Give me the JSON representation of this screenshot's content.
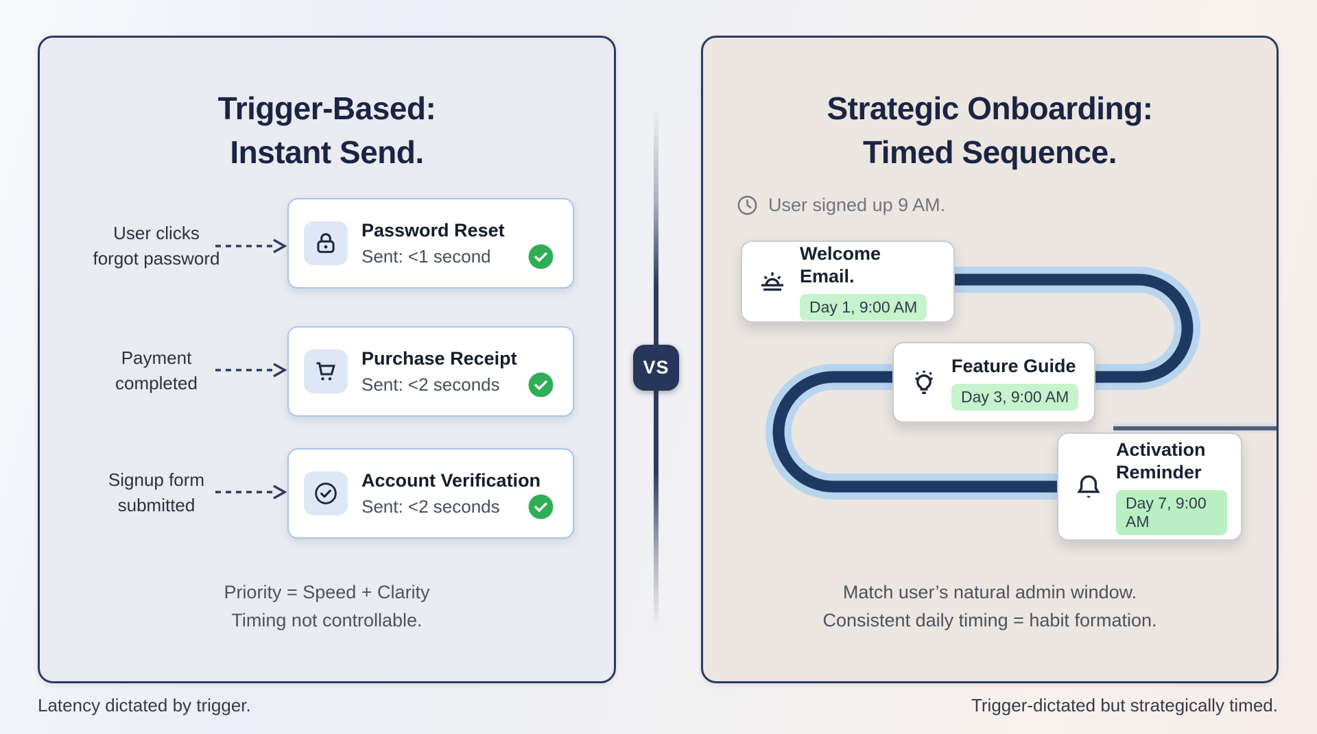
{
  "left_panel": {
    "title_line1": "Trigger-Based:",
    "title_line2": "Instant Send.",
    "rows": [
      {
        "icon": "lock",
        "trigger_line1": "User clicks",
        "trigger_line2": "forgot password",
        "email": "Password Reset",
        "sent": "Sent: <1 second",
        "status_icon": "green-check"
      },
      {
        "icon": "shopping-cart",
        "trigger_line1": "Payment",
        "trigger_line2": "completed",
        "email": "Purchase Receipt",
        "sent": "Sent: <2 seconds",
        "status_icon": "green-check"
      },
      {
        "icon": "check-circle",
        "trigger_line1": "Signup form",
        "trigger_line2": "submitted",
        "email": "Account Verification",
        "sent": "Sent: <2 seconds",
        "status_icon": "green-check"
      }
    ],
    "note_line1": "Priority = Speed + Clarity",
    "note_line2": "Timing not controllable.",
    "caption": "Latency dictated by trigger."
  },
  "divider": {
    "vs_label": "VS"
  },
  "right_panel": {
    "title_line1": "Strategic Onboarding:",
    "title_line2": "Timed Sequence.",
    "signup_note": "User signed up 9 AM.",
    "signup_icon": "clock",
    "steps": [
      {
        "icon": "sunrise",
        "title": "Welcome Email.",
        "badge": "Day 1, 9:00 AM"
      },
      {
        "icon": "lightbulb",
        "title": "Feature Guide",
        "badge": "Day 3, 9:00 AM"
      },
      {
        "icon": "bell",
        "title": "Activation Reminder",
        "badge": "Day 7, 9:00 AM"
      }
    ],
    "note_line1": "Match user’s natural admin window.",
    "note_line2": "Consistent daily timing = habit formation.",
    "caption": "Trigger-dictated but strategically timed."
  },
  "colors": {
    "title-navy": "#1b2443",
    "navy-border": "#2c3a5c",
    "path-navy": "#1e3a62",
    "path-blue": "#b9d4ef",
    "left-bg": "#e9ebf1",
    "right-bg": "#ebe6e0",
    "card-border-blue": "#a6c6e8",
    "tile-blue": "#dde7f5",
    "green-badge": "#2fae57",
    "pill-green": "#c6f2cc",
    "pill-green-deep": "#b9efc2",
    "gray-text": "#4c5260",
    "caption-text": "#343b49"
  }
}
